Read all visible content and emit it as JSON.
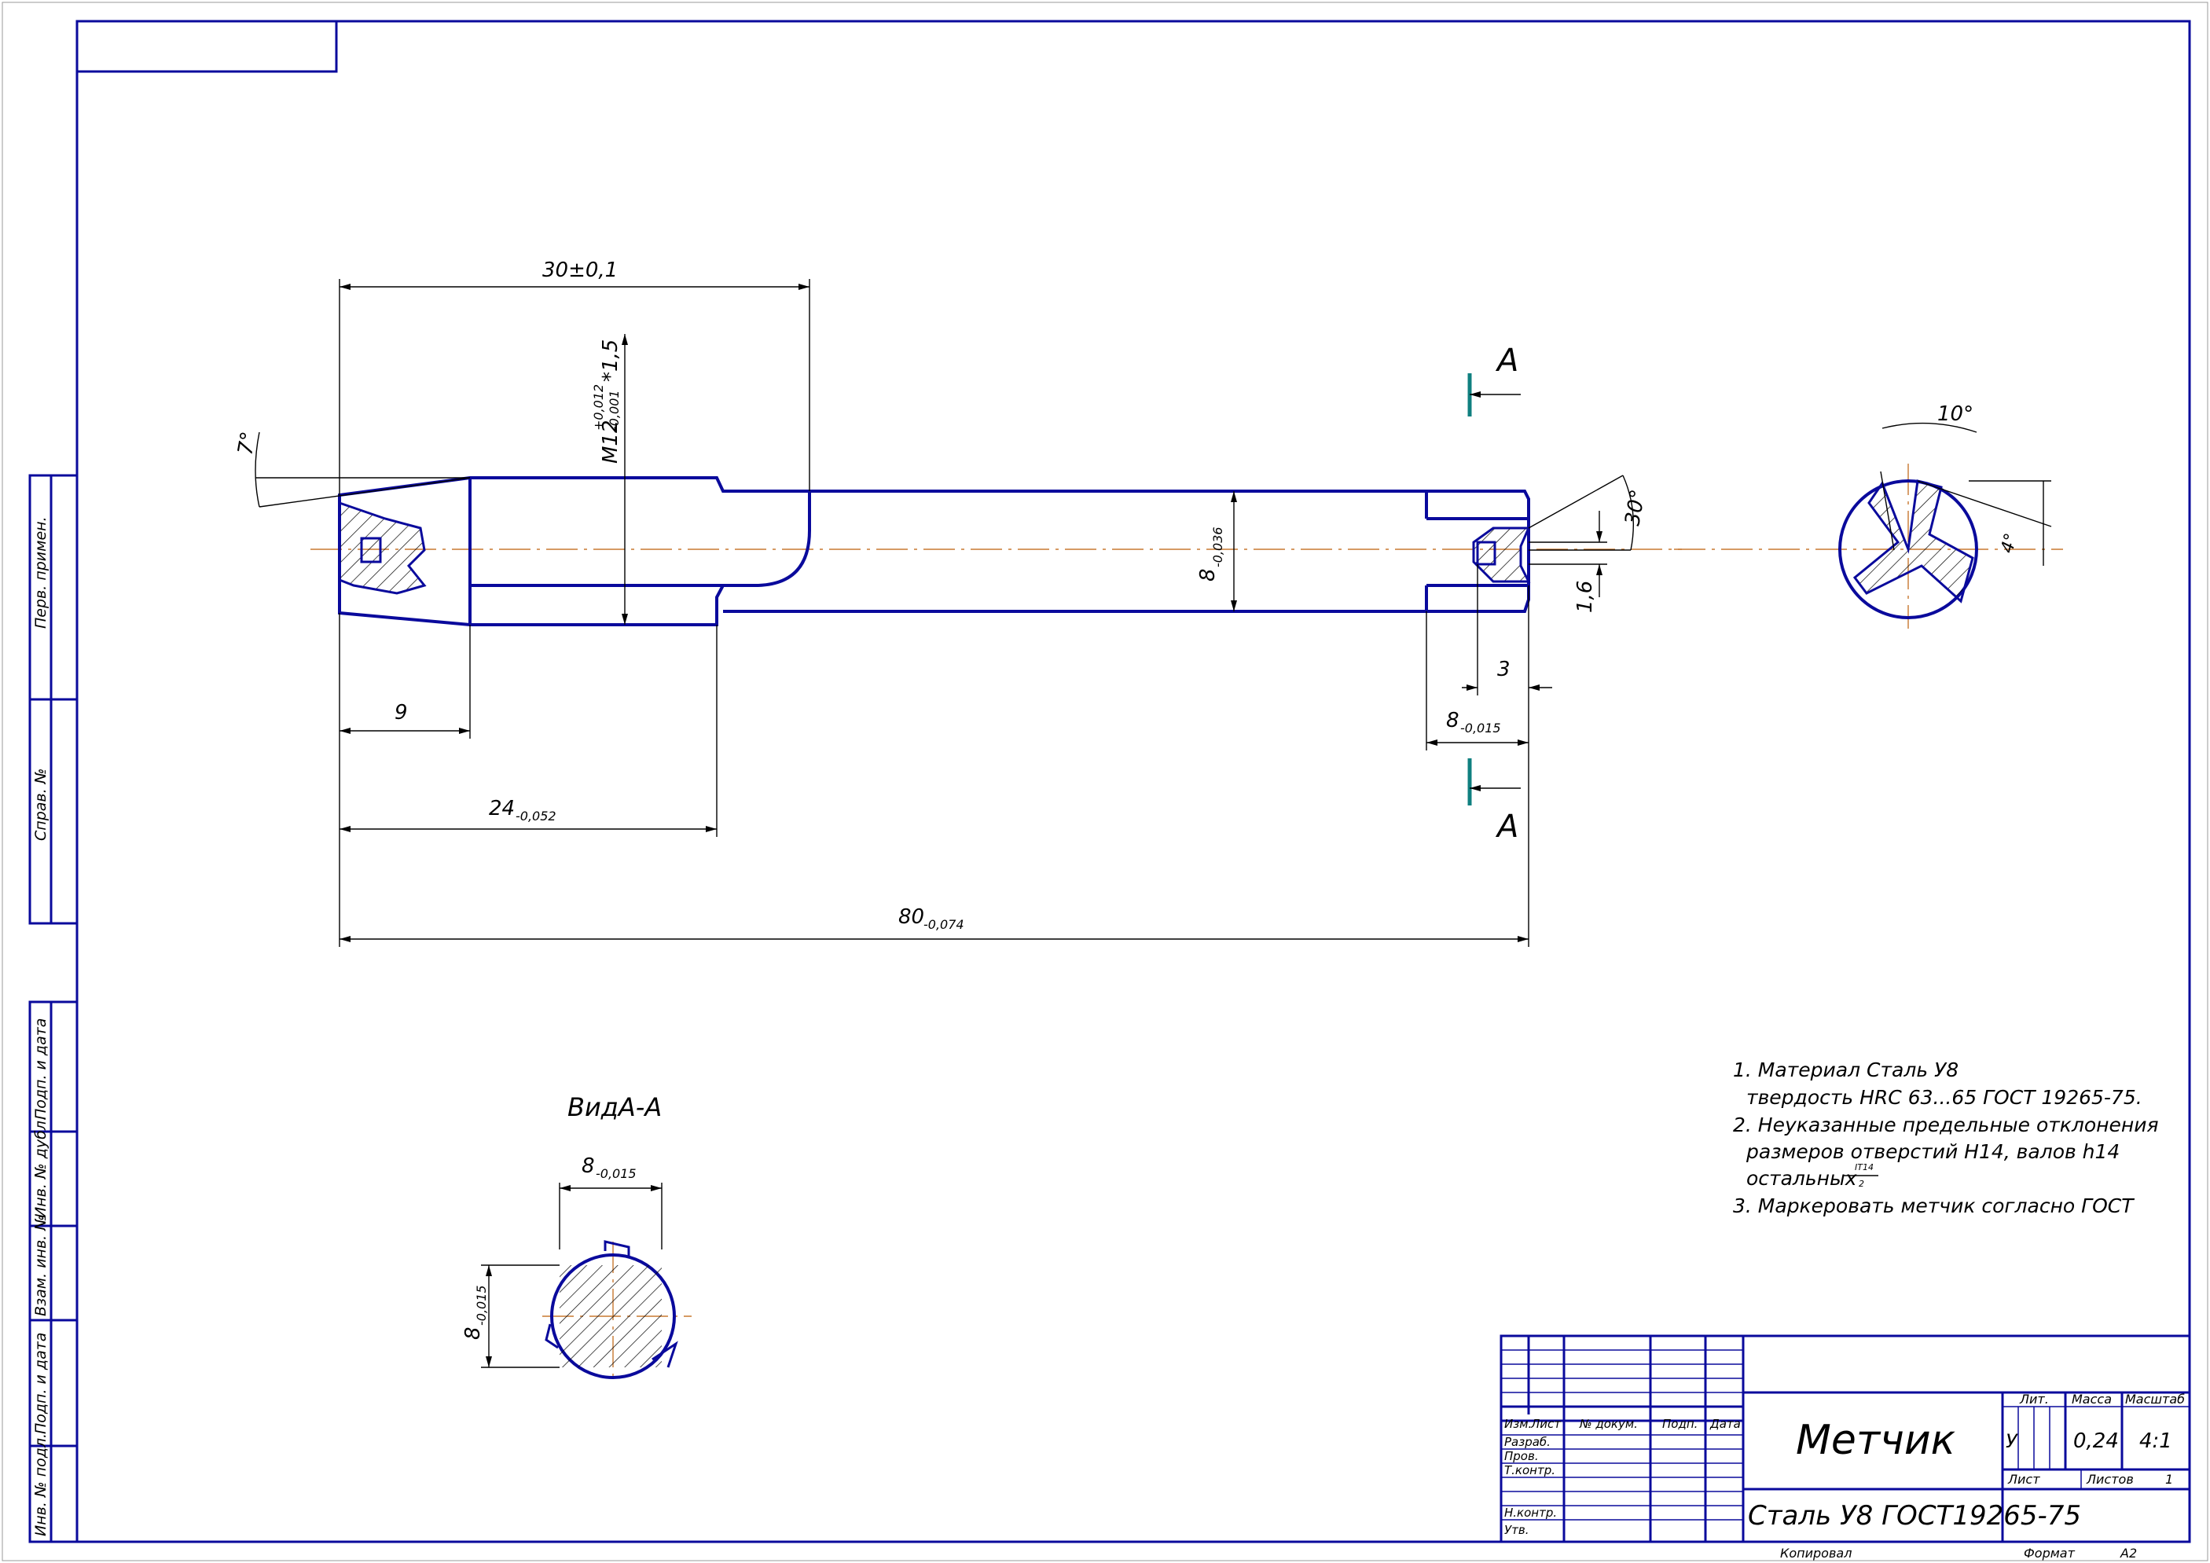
{
  "title_block": {
    "part_name": "Метчик",
    "material_designation": "Сталь У8 ГОСТ19265-75",
    "mass_label": "Масса",
    "mass_value": "0,24",
    "scale_label": "Масштаб",
    "scale_value": "4:1",
    "lit_label": "Лит.",
    "lit_value": "У",
    "sheet_label": "Лист",
    "sheets_label": "Листов",
    "sheets_value": "1",
    "col_izm": "Изм.",
    "col_list": "Лист",
    "col_doc": "№ докум.",
    "col_sign": "Подп.",
    "col_date": "Дата",
    "row_razrab": "Разраб.",
    "row_prov": "Пров.",
    "row_tkontr": "Т.контр.",
    "row_nkontr": "Н.контр.",
    "row_utv": "Утв.",
    "copied": "Копировал",
    "format_label": "Формат",
    "format_value": "А2"
  },
  "side_stamps": {
    "perv_primen": "Перв. примен.",
    "sprav_no": "Справ. №",
    "podp_data_1": "Подп. и дата",
    "inv_dubl": "Инв. № дубл.",
    "vzam_inv": "Взам. инв. №",
    "podp_data_2": "Подп. и дата",
    "inv_podl": "Инв. № подл."
  },
  "dimensions": {
    "d_30": "30±0,1",
    "d_thread": "М12",
    "d_thread_up": "+0,012",
    "d_thread_low": "-0,001",
    "d_thread_pitch": "*1,5",
    "d_angle_7": "7°",
    "d_shank_8": "8",
    "d_shank_8_tol": "-0,036",
    "d_angle_30": "30°",
    "d_1_6": "1,6",
    "d_3": "3",
    "d_8_sq": "8",
    "d_8_sq_tol": "-0,015",
    "d_9": "9",
    "d_24": "24",
    "d_24_tol": "-0,052",
    "d_80": "80",
    "d_80_tol": "-0,074",
    "d_angle_10": "10°",
    "d_angle_4": "4°"
  },
  "section": {
    "marker": "А",
    "view_title": "ВидА-А",
    "d_8_h": "8",
    "d_8_h_tol": "-0,015",
    "d_8_v": "8",
    "d_8_v_tol": "-0,015"
  },
  "notes": {
    "n1a": "1. Материал Сталь У8",
    "n1b": "твердость HRC 63...65 ГОСТ 19265-75.",
    "n2a": "2. Неуказанные предельные отклонения",
    "n2b": "размеров отверстий H14, валов h14",
    "n2c": "остальных",
    "n2c_frac_num": "IT14",
    "n2c_frac_den": "2",
    "n3": "3. Маркеровать метчик согласно ГОСТ"
  }
}
